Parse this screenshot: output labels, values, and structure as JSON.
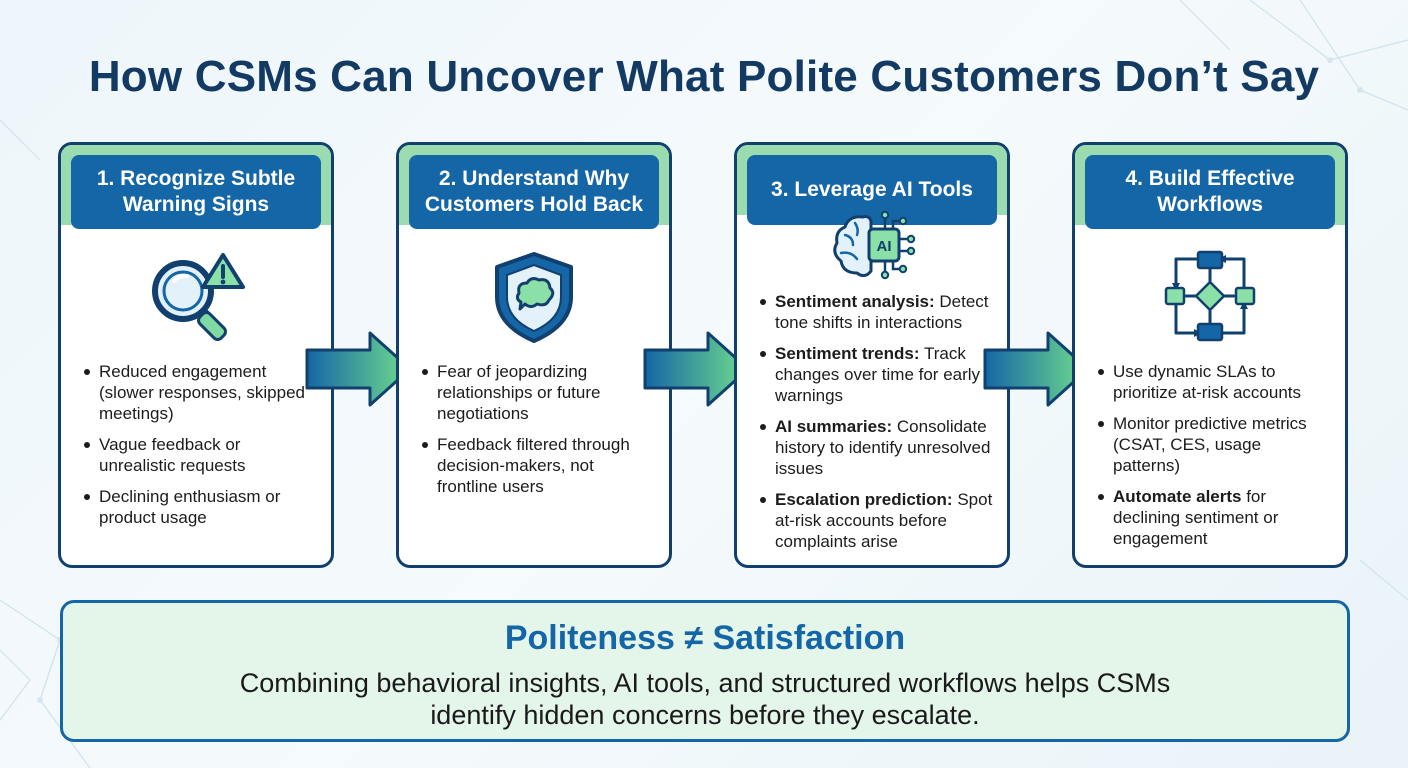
{
  "title": "How CSMs Can Uncover What Polite Customers Don’t Say",
  "colors": {
    "navy": "#12406e",
    "header_blue": "#1566a6",
    "mint": "#9adcb0",
    "arrow_start": "#1566a6",
    "arrow_end": "#6fdc8c"
  },
  "cards": [
    {
      "header": "1. Recognize Subtle\nWarning Signs",
      "icon": "magnifier-warning-icon",
      "bullets": [
        {
          "bold": "",
          "text": "Reduced engagement (slower responses, skipped meetings)"
        },
        {
          "bold": "",
          "text": "Vague feedback or unrealistic requests"
        },
        {
          "bold": "",
          "text": "Declining enthusiasm or product usage"
        }
      ]
    },
    {
      "header": "2. Understand Why\nCustomers Hold Back",
      "icon": "shield-speech-icon",
      "bullets": [
        {
          "bold": "",
          "text": "Fear of jeopardizing relationships or future negotiations"
        },
        {
          "bold": "",
          "text": "Feedback filtered through decision-makers, not frontline users"
        }
      ]
    },
    {
      "header": "3. Leverage AI Tools",
      "icon": "ai-brain-icon",
      "icon_label": "AI",
      "bullets": [
        {
          "bold": "Sentiment analysis:",
          "text": " Detect tone shifts in interactions"
        },
        {
          "bold": "Sentiment trends:",
          "text": " Track changes over time for early warnings"
        },
        {
          "bold": "AI summaries:",
          "text": " Consolidate history to identify unresolved issues"
        },
        {
          "bold": "Escalation prediction:",
          "text": " Spot at-risk accounts before complaints arise"
        }
      ]
    },
    {
      "header": "4. Build Effective\nWorkflows",
      "icon": "workflow-cycle-icon",
      "bullets": [
        {
          "bold": "",
          "text": "Use dynamic SLAs to prioritize at-risk accounts"
        },
        {
          "bold": "",
          "text": "Monitor predictive metrics (CSAT, CES, usage patterns)"
        },
        {
          "bold": "Automate alerts",
          "text": " for declining sentiment or engagement"
        }
      ]
    }
  ],
  "summary": {
    "title": "Politeness ≠ Satisfaction",
    "text": "Combining behavioral insights, AI tools, and structured workflows helps CSMs\nidentify hidden concerns before they escalate."
  }
}
